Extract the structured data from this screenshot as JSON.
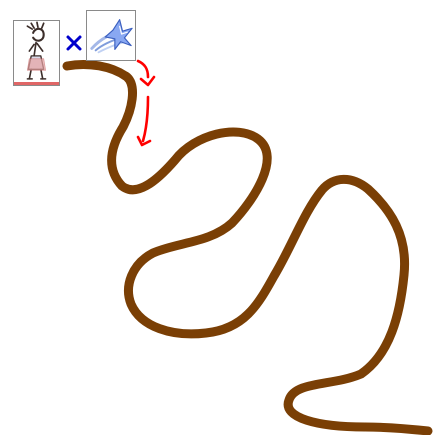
{
  "scene": {
    "background_color": "#ffffff",
    "path_color": "#7a3f05",
    "hint_color": "#ff0000",
    "marker_color": "#0000cc",
    "card_border_color": "#8a8a8a"
  },
  "cards": [
    {
      "name": "walking-figure-card",
      "icon": "walking-figure-icon"
    },
    {
      "name": "comet-sparkle-card",
      "icon": "comet-sparkle-icon"
    }
  ],
  "markers": {
    "x_icon": "x-marker-icon",
    "hint_icon": "red-hint-arrows-icon"
  },
  "path": {
    "icon": "winding-path"
  }
}
